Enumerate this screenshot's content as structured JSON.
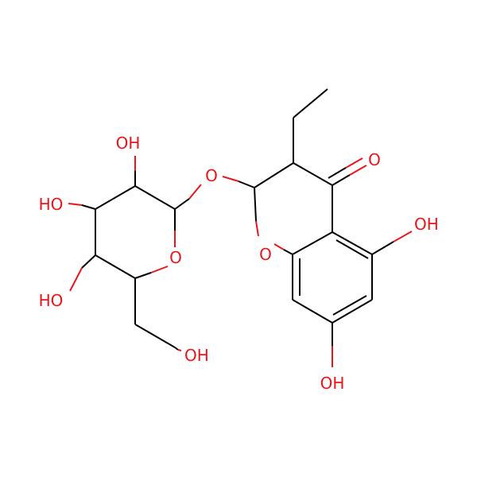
{
  "molecule": {
    "atom_color_oxygen": "#e8161a",
    "bond_color": "#000000",
    "labels": {
      "ring_o_glucose": "O",
      "glycosidic_o": "O",
      "ring_o_chromanone": "O",
      "carbonyl_o": "O",
      "oh_2": "OH",
      "oh_3": "HO",
      "oh_4": "HO",
      "oh_6": "OH",
      "oh_5_chromanone": "OH",
      "oh_7_chromanone": "OH"
    }
  }
}
